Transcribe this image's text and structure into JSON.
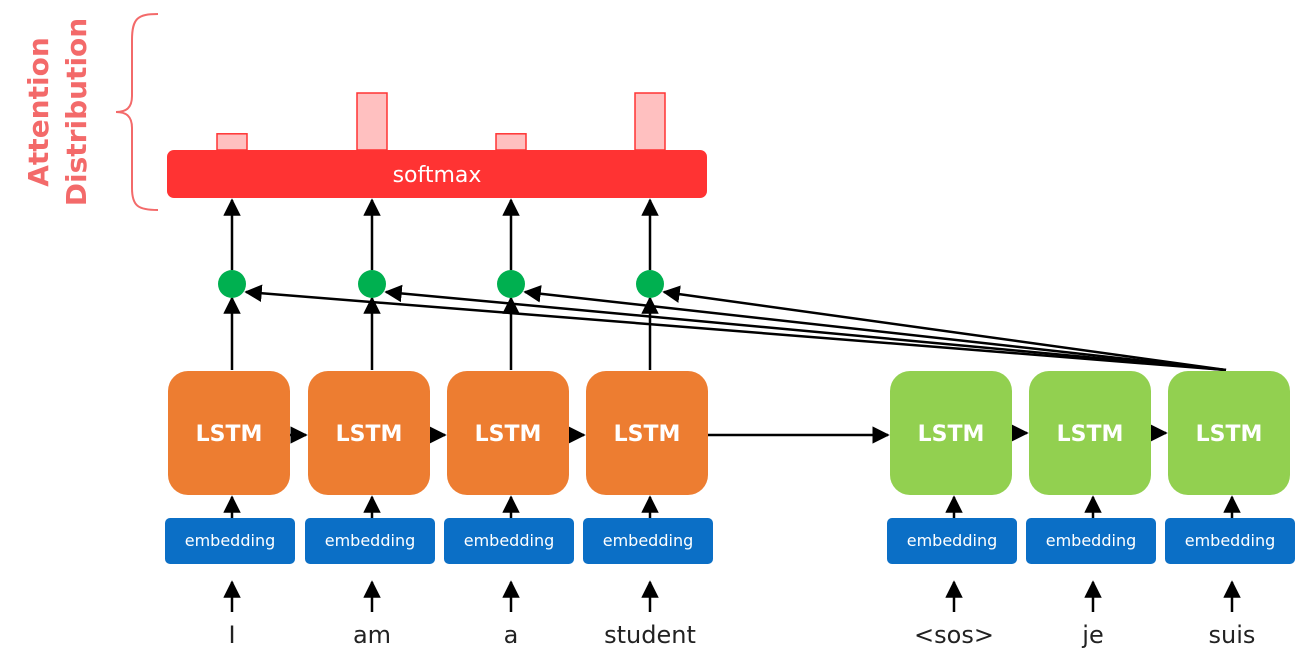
{
  "softmax_label": "softmax",
  "attention_label": [
    "Attention",
    "Distribution"
  ],
  "encoder": [
    {
      "cell": "LSTM",
      "embedding": "embedding",
      "word": "I"
    },
    {
      "cell": "LSTM",
      "embedding": "embedding",
      "word": "am"
    },
    {
      "cell": "LSTM",
      "embedding": "embedding",
      "word": "a"
    },
    {
      "cell": "LSTM",
      "embedding": "embedding",
      "word": "student"
    }
  ],
  "decoder": [
    {
      "cell": "LSTM",
      "embedding": "embedding",
      "word": "<sos>"
    },
    {
      "cell": "LSTM",
      "embedding": "embedding",
      "word": "je"
    },
    {
      "cell": "LSTM",
      "embedding": "embedding",
      "word": "suis"
    }
  ],
  "attention_weights": [
    0.27,
    0.95,
    0.27,
    0.95
  ],
  "colors": {
    "encoder_cell": "#ed7d31",
    "decoder_cell": "#92d050",
    "embedding": "#0b6fc6",
    "softmax": "#ff3333",
    "score_node": "#00b050",
    "attention_bar_fill": "#ffc0c0",
    "attention_bar_stroke": "#ff3333",
    "attention_label": "#f36a6a"
  }
}
